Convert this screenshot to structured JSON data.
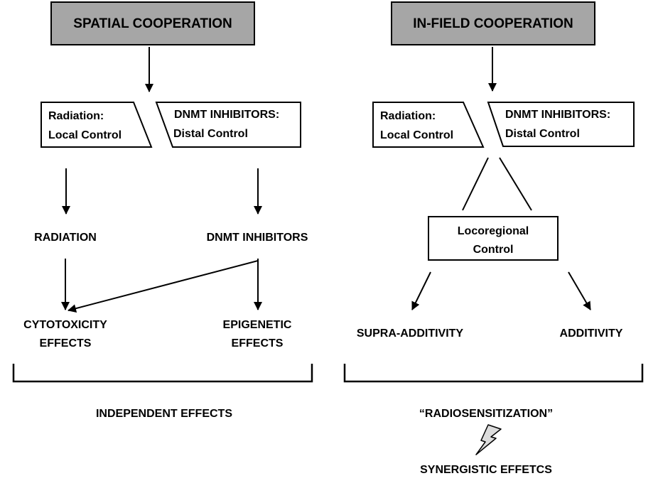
{
  "colors": {
    "title_box_fill": "#a6a6a6",
    "stroke": "#000000",
    "background": "#ffffff"
  },
  "left_panel": {
    "title": "SPATIAL COOPERATION",
    "radiation_box": {
      "line1": "Radiation:",
      "line2": "Local Control"
    },
    "dnmt_box": {
      "line1": "DNMT INHIBITORS:",
      "line2": "Distal Control"
    },
    "radiation_label": "RADIATION",
    "dnmt_label": "DNMT INHIBITORS",
    "cytotoxicity": {
      "line1": "CYTOTOXICITY",
      "line2": "EFFECTS"
    },
    "epigenetic": {
      "line1": "EPIGENETIC",
      "line2": "EFFECTS"
    },
    "summary": "INDEPENDENT EFFECTS"
  },
  "right_panel": {
    "title": "IN-FIELD COOPERATION",
    "radiation_box": {
      "line1": "Radiation:",
      "line2": "Local Control"
    },
    "dnmt_box": {
      "line1": "DNMT INHIBITORS:",
      "line2": "Distal Control"
    },
    "locoregional": {
      "line1": "Locoregional",
      "line2": "Control"
    },
    "supra_additivity": "SUPRA-ADDITIVITY",
    "additivity": "ADDITIVITY",
    "summary": "“RADIOSENSITIZATION”",
    "lightning_icon": "lightning-bolt-icon",
    "synergistic": "SYNERGISTIC EFFETCS"
  }
}
